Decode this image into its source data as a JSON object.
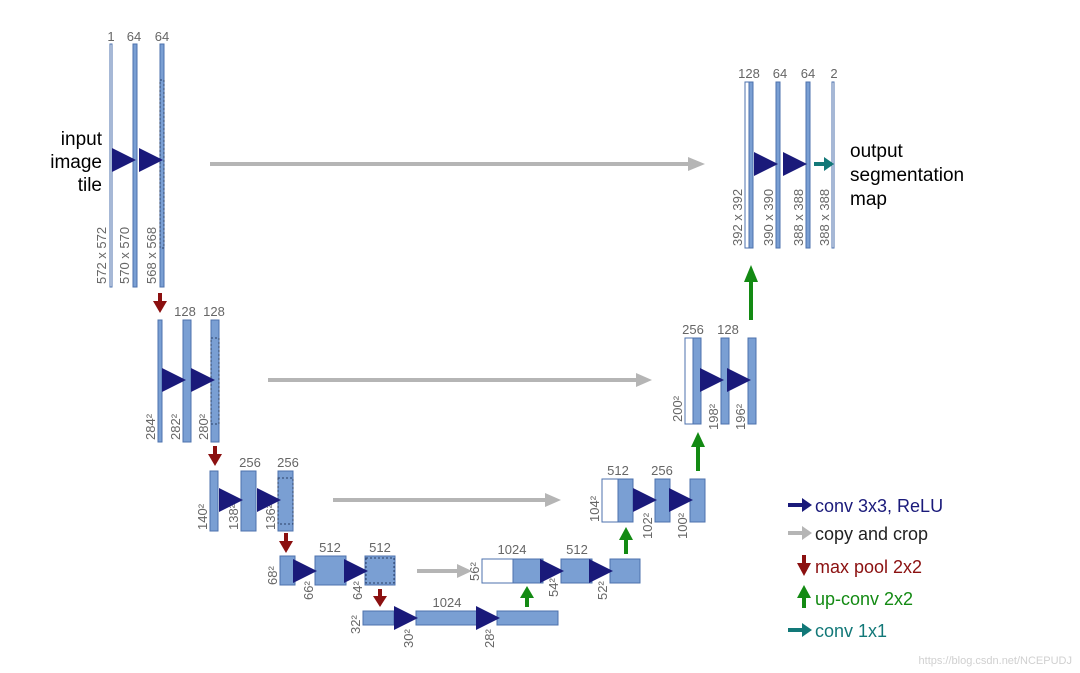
{
  "diagram": {
    "input_label": [
      "input",
      "image",
      "tile"
    ],
    "output_label": [
      "output",
      "segmentation",
      "map"
    ],
    "level1": {
      "enc_channels": [
        "1",
        "64",
        "64"
      ],
      "enc_sizes": [
        "572 x 572",
        "570 x 570",
        "568 x 568"
      ],
      "dec_channels": [
        "128",
        "64",
        "64",
        "2"
      ],
      "dec_sizes": [
        "392 x 392",
        "390 x 390",
        "388 x 388",
        "388 x 388"
      ]
    },
    "level2": {
      "enc_channels": [
        "128",
        "128"
      ],
      "enc_sizes": [
        "284²",
        "282²",
        "280²"
      ],
      "dec_channels": [
        "256",
        "128"
      ],
      "dec_sizes": [
        "200²",
        "198²",
        "196²"
      ]
    },
    "level3": {
      "enc_channels": [
        "256",
        "256"
      ],
      "enc_sizes": [
        "140²",
        "138²",
        "136²"
      ],
      "dec_channels": [
        "512",
        "256"
      ],
      "dec_sizes": [
        "104²",
        "102²",
        "100²"
      ]
    },
    "level4": {
      "enc_channels": [
        "512",
        "512"
      ],
      "enc_sizes": [
        "68²",
        "66²",
        "64²"
      ],
      "dec_channels": [
        "1024",
        "512"
      ],
      "dec_sizes": [
        "56²",
        "54²",
        "52²"
      ]
    },
    "level5": {
      "channels": [
        "1024"
      ],
      "sizes": [
        "32²",
        "30²",
        "28²"
      ]
    }
  },
  "legend": [
    {
      "label": "conv 3x3, ReLU",
      "color": "#1a1a7a"
    },
    {
      "label": "copy and crop",
      "color": "#222222"
    },
    {
      "label": "max pool 2x2",
      "color": "#8b1010"
    },
    {
      "label": "up-conv 2x2",
      "color": "#138a13"
    },
    {
      "label": "conv 1x1",
      "color": "#127878"
    }
  ],
  "colors": {
    "box": "#7a9fd3",
    "box_edge": "#4c72ad",
    "conv": "#1a1a7a",
    "copy": "#b5b5b5",
    "pool": "#8b1010",
    "upconv": "#138a13",
    "conv1x1": "#127878",
    "label": "#666666"
  },
  "watermark": "https://blog.csdn.net/NCEPUDJ"
}
